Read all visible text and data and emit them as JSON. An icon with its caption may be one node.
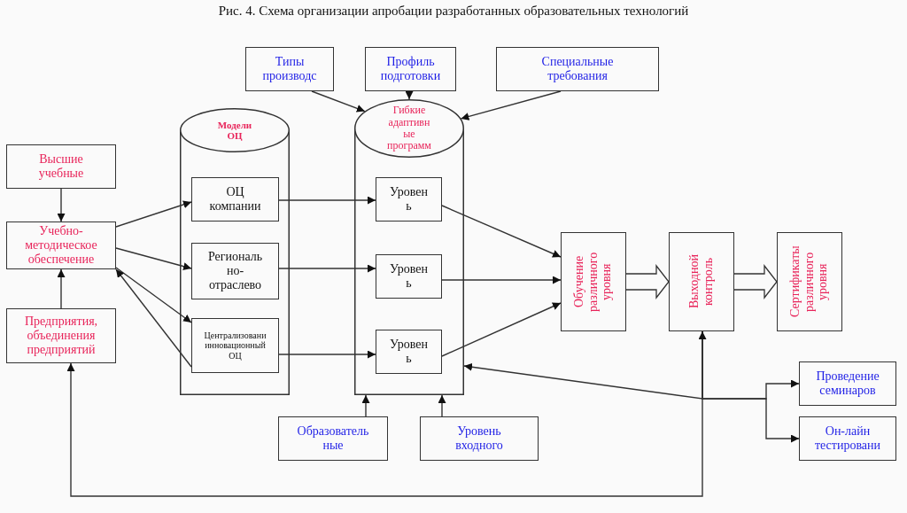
{
  "diagram": {
    "title": "Рис. 4. Схема организации апробации разработанных образовательных технологий",
    "nodes": [
      {
        "text": [
          "Типы производс"
        ]
      },
      {
        "text": [
          "Профиль подготовки"
        ]
      },
      {
        "text": [
          "Специальные требования"
        ]
      },
      {
        "text": [
          "Модели ОЦ"
        ]
      },
      {
        "text": [
          "ОЦ компании"
        ],
        "in": 3
      },
      {
        "text": [
          "Региональ но- отраслево"
        ],
        "in": 3
      },
      {
        "text": [
          "Централизовани инновационный ОЦ"
        ],
        "in": 3
      },
      {
        "text": [
          "Гибкие адаптивн ые программ"
        ]
      },
      {
        "text": [
          "Уровен ь"
        ],
        "in": 7
      },
      {
        "text": [
          "Уровен ь"
        ],
        "in": 7
      },
      {
        "text": [
          "Уровен ь"
        ],
        "in": 7
      },
      {
        "text": [
          "Высшие учебные"
        ]
      },
      {
        "text": [
          "Учебно- методическое обеспечение"
        ]
      },
      {
        "text": [
          "Предприятия, объединения предприятий"
        ]
      },
      {
        "text": [
          "Обучение различного уровня"
        ]
      },
      {
        "text": [
          "Выходной контроль"
        ]
      },
      {
        "text": [
          "Сертификаты различного уровня"
        ]
      },
      {
        "text": [
          "Образователь ные"
        ]
      },
      {
        "text": [
          "Уровень входного"
        ]
      },
      {
        "text": [
          "Проведение семинаров"
        ]
      },
      {
        "text": [
          "Он-лайн тестировани"
        ]
      }
    ],
    "edges": [
      {
        "from": 0,
        "to": 7,
        "arrow": "to"
      },
      {
        "from": 1,
        "to": 7,
        "arrow": "to"
      },
      {
        "from": 2,
        "to": 7,
        "arrow": "to"
      },
      {
        "from": 11,
        "to": 12,
        "arrow": "to"
      },
      {
        "from": 13,
        "to": 12,
        "arrow": "to"
      },
      {
        "from": 12,
        "to": 4,
        "arrow": "to"
      },
      {
        "from": 12,
        "to": 5,
        "arrow": "to"
      },
      {
        "from": 12,
        "to": 6,
        "arrow": "to"
      },
      {
        "from": 6,
        "to": 12,
        "arrow": "to"
      },
      {
        "from": 4,
        "to": 8,
        "arrow": "to"
      },
      {
        "from": 5,
        "to": 9,
        "arrow": "to"
      },
      {
        "from": 6,
        "to": 10,
        "arrow": "to"
      },
      {
        "from": 8,
        "to": 14,
        "arrow": "to"
      },
      {
        "from": 9,
        "to": 14,
        "arrow": "to"
      },
      {
        "from": 10,
        "to": 14,
        "arrow": "to"
      },
      {
        "from": 14,
        "to": 15,
        "arrow": "to",
        "style": "thick"
      },
      {
        "from": 15,
        "to": 16,
        "arrow": "to",
        "style": "thick"
      },
      {
        "from": 17,
        "to": 7,
        "arrow": "to"
      },
      {
        "from": 18,
        "to": 7,
        "arrow": "to"
      },
      {
        "from": 15,
        "to": 19,
        "arrow": "to"
      },
      {
        "from": 15,
        "to": 20,
        "arrow": "to"
      },
      {
        "from": 15,
        "to": 7,
        "arrow": "to"
      },
      {
        "from": 15,
        "to": 13,
        "arrow": "both"
      }
    ]
  }
}
